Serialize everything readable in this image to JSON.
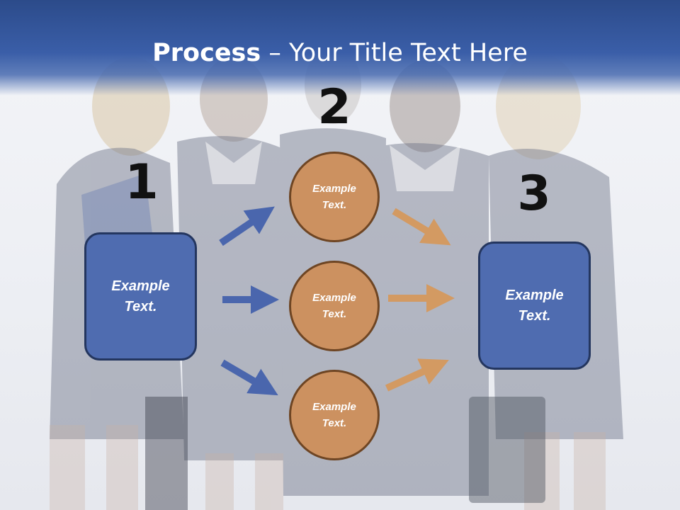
{
  "slide": {
    "title_bold": "Process",
    "title_rest": " – Your Title Text Here"
  },
  "steps": {
    "one": "1",
    "two": "2",
    "three": "3"
  },
  "left_box": {
    "label": "Example\nText."
  },
  "right_box": {
    "label": "Example\nText."
  },
  "circles": [
    {
      "label": "Example\nText."
    },
    {
      "label": "Example\nText."
    },
    {
      "label": "Example\nText."
    }
  ],
  "colors": {
    "header": "#3a5ea8",
    "box_fill": "#4f6cb0",
    "box_border": "#24365f",
    "circle_fill": "#cc9160",
    "circle_border": "#6e4523",
    "blue_arrow": "#4a66ad",
    "orange_arrow": "#d39a62"
  }
}
